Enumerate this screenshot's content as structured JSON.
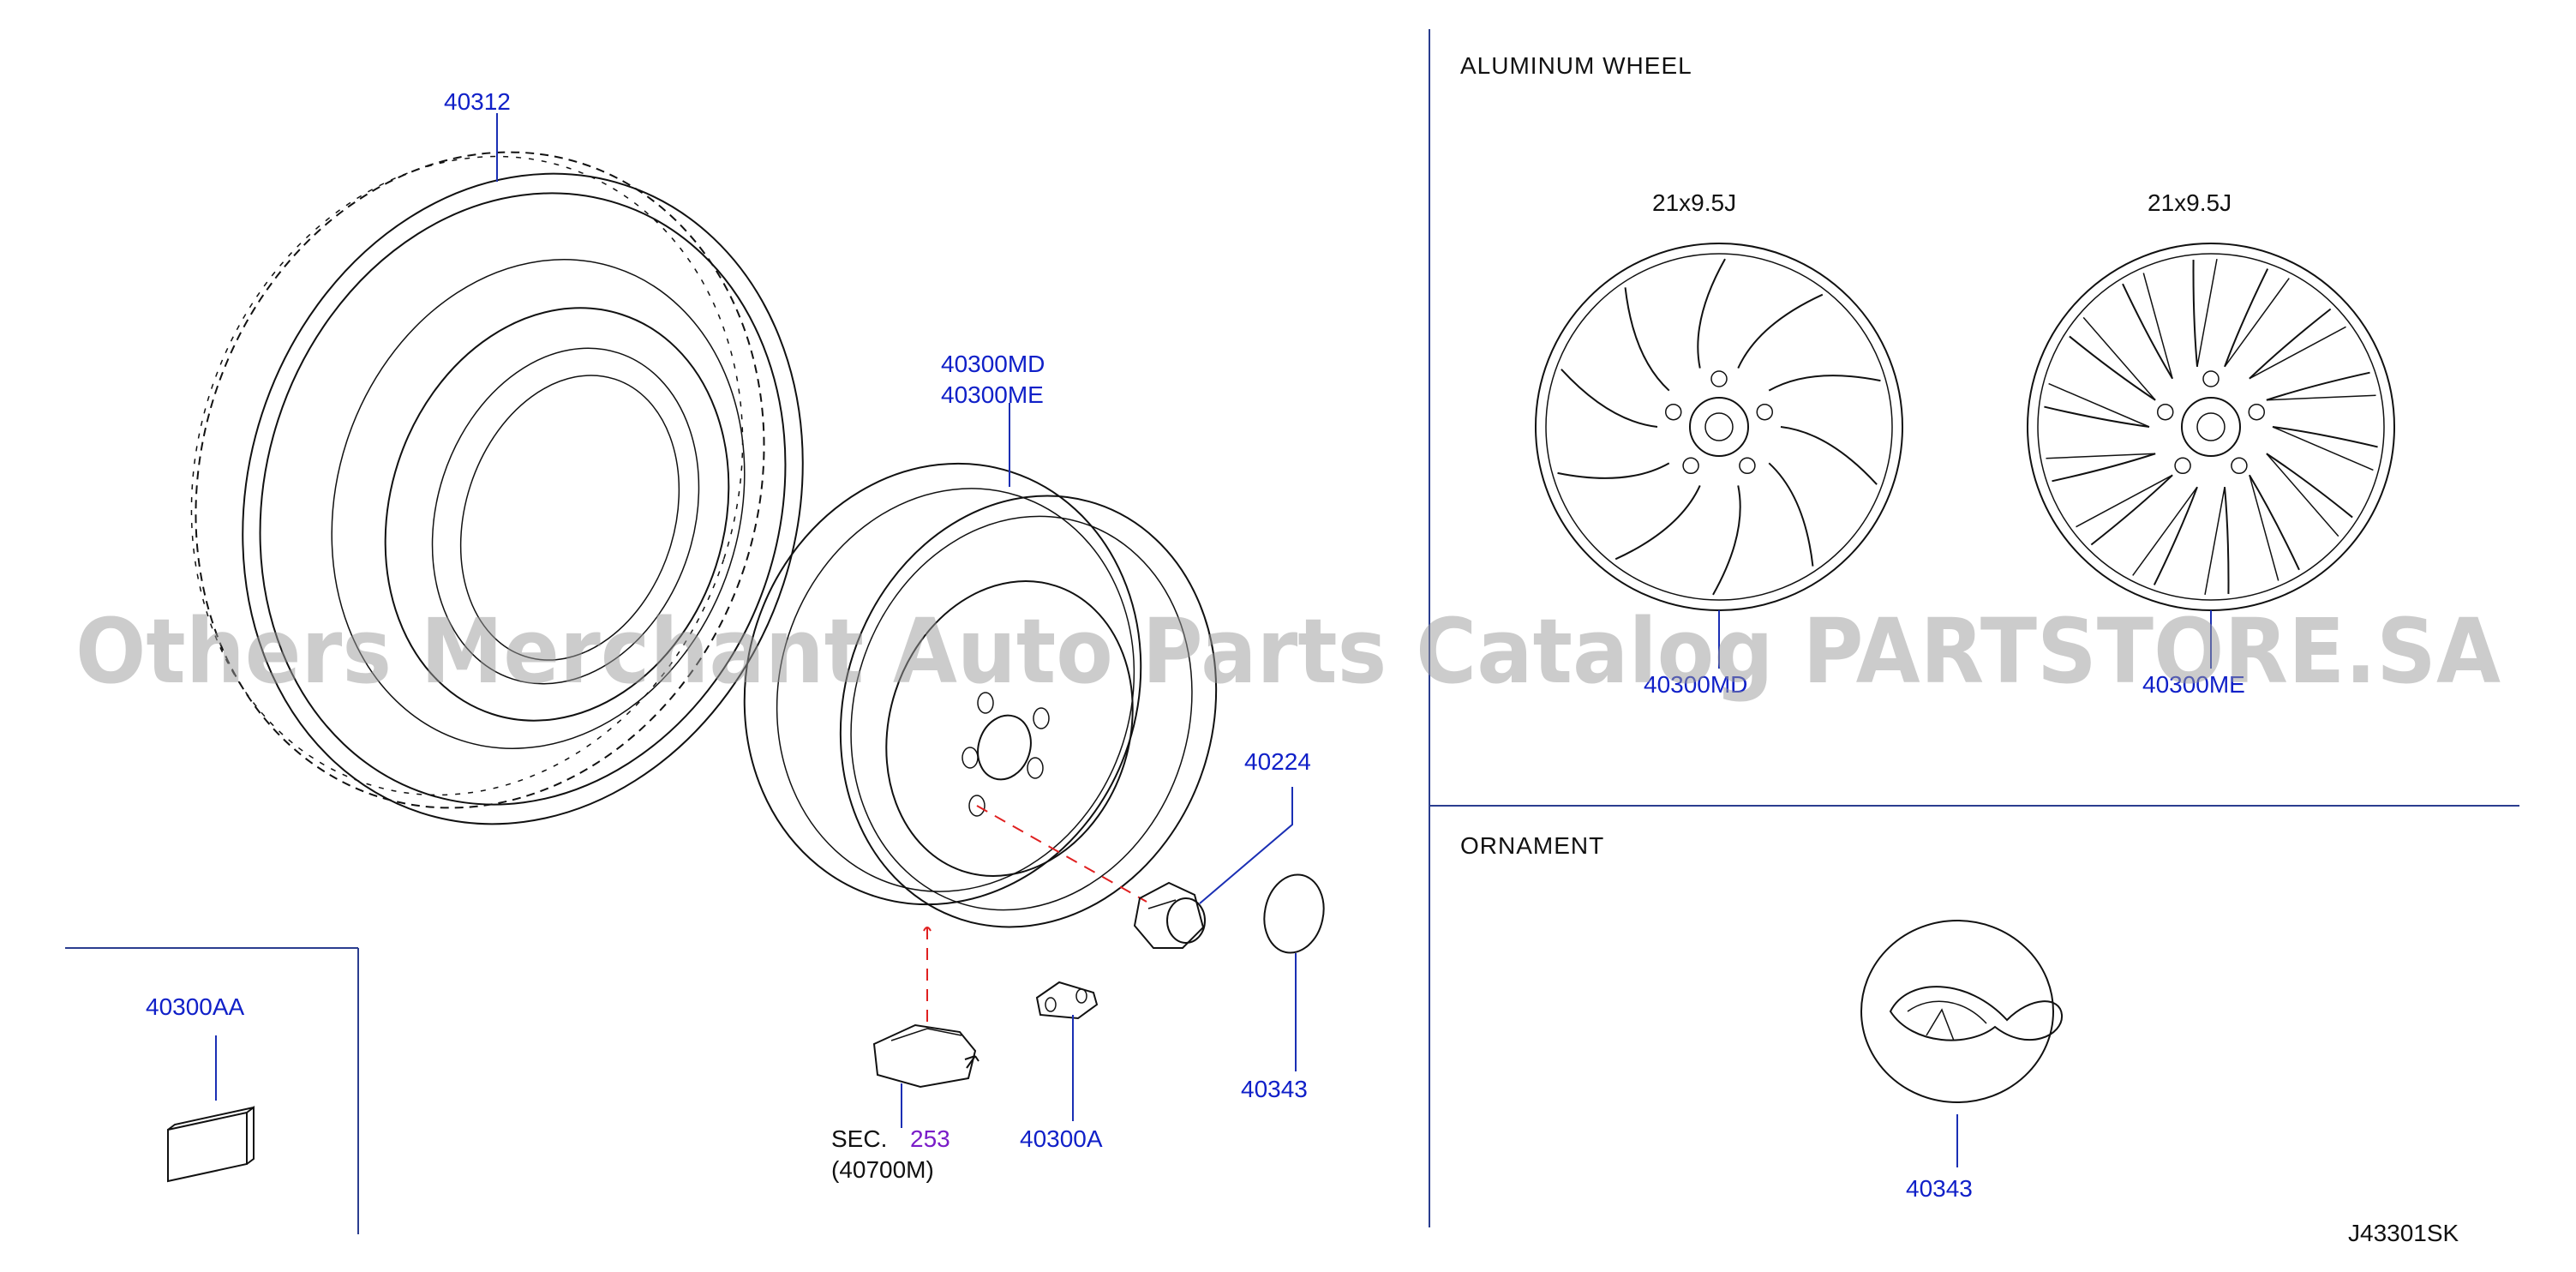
{
  "sections": {
    "aluminum_wheel_title": "ALUMINUM   WHEEL",
    "ornament_title": "ORNAMENT"
  },
  "sizes": {
    "left": "21x9.5J",
    "right": "21x9.5J"
  },
  "callouts": {
    "tire": "40312",
    "wheel_1": "40300MD",
    "wheel_2": "40300ME",
    "nut": "40224",
    "cap": "40343",
    "sensor_sec": "SEC.",
    "sensor_num": "253",
    "sensor_ref": "(40700M)",
    "valve": "40300A",
    "weight": "40300AA",
    "alu_left": "40300MD",
    "alu_right": "40300ME",
    "ornament": "40343"
  },
  "diagram_code": "J43301SK",
  "watermark": "Others Merchant Auto Parts Catalog PARTSTORE.SA",
  "colors": {
    "callout": "#1020c8",
    "section_ref": "#7a1cc8",
    "dashed_guide": "#e02020",
    "frame": "#2a3d8f"
  }
}
